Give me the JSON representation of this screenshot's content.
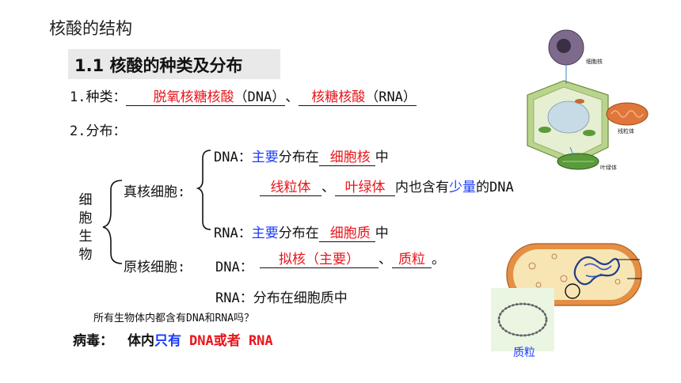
{
  "title": "核酸的结构",
  "section": "1.1 核酸的种类及分布",
  "types": {
    "label": "1.种类：",
    "dna_name": "脱氧核糖核酸",
    "dna_abbr": "（DNA）",
    "sep": "、",
    "rna_name": "核糖核酸",
    "rna_abbr": "（RNA）"
  },
  "distribution": {
    "label": "2.分布：",
    "organism_label": "细胞生物",
    "eukaryote": {
      "label": "真核细胞:",
      "dna_prefix": "DNA：",
      "dna_main": "主要",
      "dna_middle": "分布在",
      "dna_place": "细胞核",
      "dna_suffix": "中",
      "also_1": "线粒体",
      "also_sep": "、",
      "also_2": "叶绿体",
      "also_text": "内也含有",
      "also_small": "少量",
      "also_end": "的DNA",
      "rna_prefix": "RNA：",
      "rna_main": "主要",
      "rna_middle": "分布在",
      "rna_place": "细胞质",
      "rna_suffix": "中"
    },
    "prokaryote": {
      "label": "原核细胞:",
      "dna_prefix": "DNA：",
      "dna_place_1": "拟核（主要）",
      "sep": "、",
      "dna_place_2": "质粒",
      "end": "。",
      "rna_text": "RNA：分布在细胞质中"
    }
  },
  "question": "所有生物体内都含有DNA和RNA吗？",
  "virus": {
    "label": "病毒：",
    "body_prefix": "体内",
    "only": "只有",
    "answer": "DNA或者 RNA"
  },
  "diagram_labels": {
    "nucleus": "细胞核",
    "mitochondrion": "线粒体",
    "chloroplast": "叶绿体",
    "plasmid": "质粒"
  }
}
